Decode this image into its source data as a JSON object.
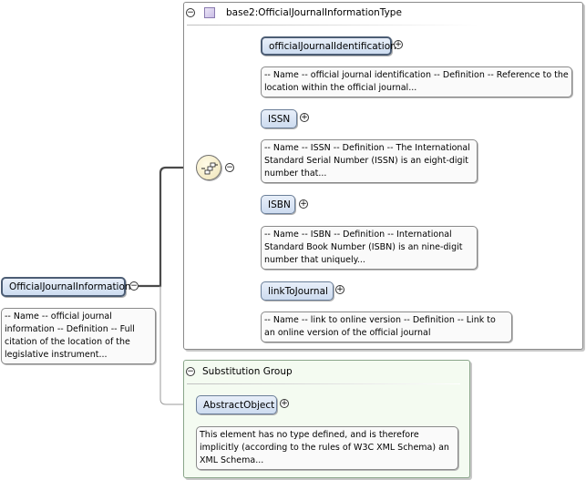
{
  "type_group": {
    "title": "base2:OfficialJournalInformationType",
    "collapse_symbol": "⊖"
  },
  "subst_group": {
    "title": "Substitution Group",
    "collapse_symbol": "⊖"
  },
  "root": {
    "name": "OfficialJournalInformation",
    "doc": "-- Name -- official journal information -- Definition -- Full citation of the location of the legislative instrument..."
  },
  "children": [
    {
      "name": "officialJournalIdentification",
      "doc": "-- Name -- official journal identification -- Definition -- Reference to the location within the official journal..."
    },
    {
      "name": "ISSN",
      "doc": "-- Name -- ISSN -- Definition -- The International Standard Serial Number (ISSN) is an eight-digit number that..."
    },
    {
      "name": "ISBN",
      "doc": "-- Name -- ISBN -- Definition -- International Standard Book Number (ISBN) is an nine-digit number that uniquely..."
    },
    {
      "name": "linkToJournal",
      "doc": "-- Name -- link to online version -- Definition -- Link to an online version of the official journal"
    }
  ],
  "substitution": {
    "name": "AbstractObject",
    "doc": "This element has no type defined, and is therefore implicitly (according to the rules of W3C XML Schema) an XML Schema..."
  },
  "symbols": {
    "expand": "+",
    "collapse": "−"
  }
}
